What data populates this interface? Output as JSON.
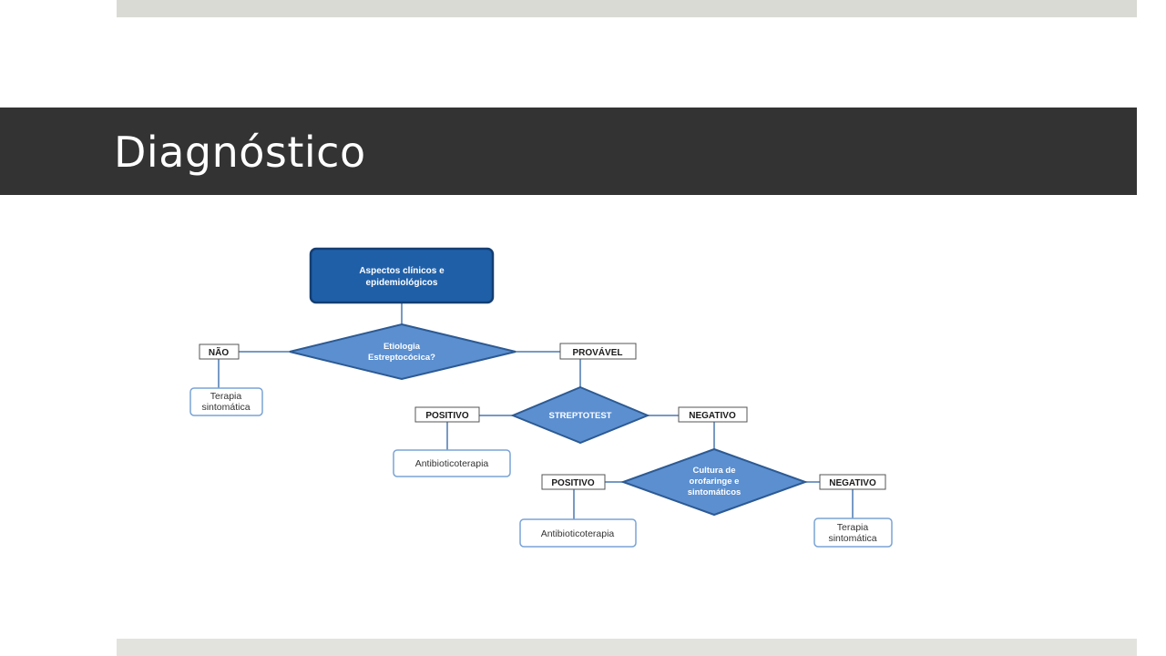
{
  "slide": {
    "title": "Diagnóstico"
  },
  "flowchart": {
    "start": [
      "Aspectos  clínicos e",
      "epidemiológicos"
    ],
    "decision1": [
      "Etiologia",
      "Estreptocócica?"
    ],
    "decision2": [
      "STREPTOTEST"
    ],
    "decision3": [
      "Cultura de",
      "orofaringe e",
      "sintomáticos"
    ],
    "labels": {
      "nao": "NÃO",
      "provavel": "PROVÁVEL",
      "positivo1": "POSITIVO",
      "negativo1": "NEGATIVO",
      "positivo2": "POSITIVO",
      "negativo2": "NEGATIVO"
    },
    "outcomes": {
      "terapia1": [
        "Terapia",
        "sintomática"
      ],
      "antibio1": [
        "Antibioticoterapia"
      ],
      "antibio2": [
        "Antibioticoterapia"
      ],
      "terapia2": [
        "Terapia",
        "sintomática"
      ]
    },
    "colors": {
      "start_fill": "#1f5fa8",
      "start_border": "#143e73",
      "diamond_fill": "#5b8fd0",
      "diamond_border": "#2d5a93",
      "connector": "#4a78b0",
      "outcome_border": "#7aa3d6"
    }
  }
}
